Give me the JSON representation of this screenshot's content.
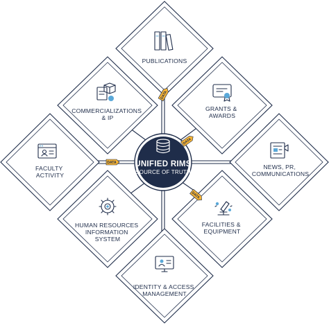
{
  "hub": {
    "title": "UNIFIED RIMS",
    "subtitle": "SOURCE OF TRUTH"
  },
  "nodes": [
    {
      "id": "publications",
      "lines": [
        "PUBLICATIONS"
      ],
      "icon": "books-icon"
    },
    {
      "id": "grants",
      "lines": [
        "GRANTS &",
        "AWARDS"
      ],
      "icon": "certificate-icon"
    },
    {
      "id": "news",
      "lines": [
        "NEWS, PR,",
        "COMMUNICATIONS"
      ],
      "icon": "newspaper-icon"
    },
    {
      "id": "facilities",
      "lines": [
        "FACILITIES &",
        "EQUIPMENT"
      ],
      "icon": "microscope-icon"
    },
    {
      "id": "identity",
      "lines": [
        "IDENTITY & ACCESS",
        "MANAGEMENT"
      ],
      "icon": "monitor-user-icon"
    },
    {
      "id": "hr",
      "lines": [
        "HUMAN RESOURCES",
        "INFORMATION",
        "SYSTEM"
      ],
      "icon": "gear-people-icon"
    },
    {
      "id": "faculty",
      "lines": [
        "FACULTY",
        "ACTIVITY"
      ],
      "icon": "browser-profile-icon"
    },
    {
      "id": "commercialization",
      "lines": [
        "COMMERCIALIZATIONS",
        "& IP"
      ],
      "icon": "box-document-icon"
    }
  ],
  "data_tags": [
    {
      "id": "tag-top",
      "label": "DATA"
    },
    {
      "id": "tag-upper-right",
      "label": "DATA"
    },
    {
      "id": "tag-left",
      "label": "DATA"
    },
    {
      "id": "tag-lower-right",
      "label": "DATA"
    }
  ],
  "colors": {
    "navy": "#1f2d4a",
    "accent": "#5aa8d8",
    "tag": "#f5b335"
  }
}
